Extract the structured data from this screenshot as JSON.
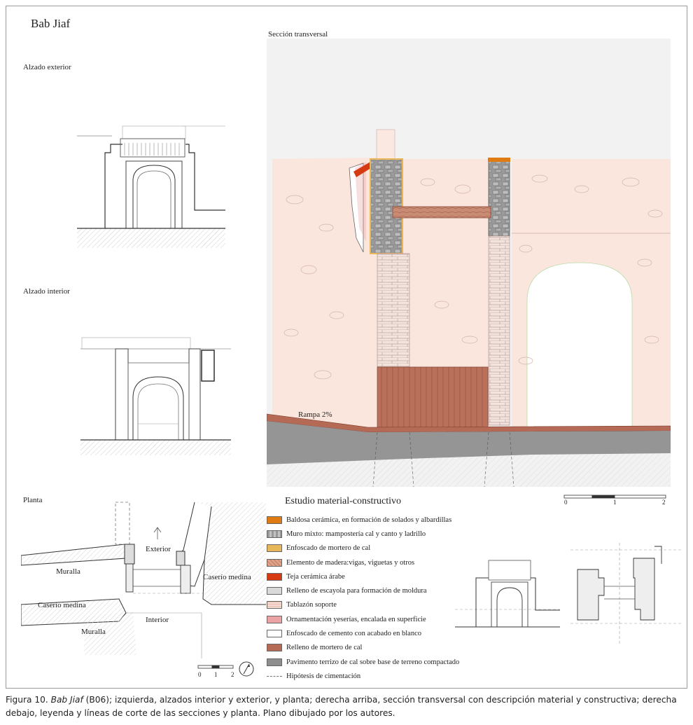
{
  "figure": {
    "title": "Bab Jiaf",
    "views": {
      "exterior_elevation": "Alzado exterior",
      "interior_elevation": "Alzado interior",
      "plan": "Planta",
      "cross_section": "Sección transversal"
    },
    "section_annotation": "Rampa 2%",
    "plan_labels": {
      "exterior": "Exterior",
      "interior": "Interior",
      "muralla_top": "Muralla",
      "muralla_bottom": "Muralla",
      "caserio_left": "Caserío medina",
      "caserio_right": "Caserío medina"
    },
    "scale_plan": [
      "0",
      "1",
      "2"
    ],
    "scale_section": [
      "0",
      "1",
      "2"
    ]
  },
  "legend": {
    "title": "Estudio material-constructivo",
    "items": [
      {
        "label": "Baldosa cerámica, en formación de solados y albardillas",
        "color": "#e07a12",
        "pattern": "solid"
      },
      {
        "label": "Muro mixto: mampostería cal y canto y ladrillo",
        "color": "#a9a9a9",
        "pattern": "stone"
      },
      {
        "label": "Enfoscado de mortero de cal",
        "color": "#e8b75a",
        "pattern": "solid"
      },
      {
        "label": "Elemento de madera:vigas, viguetas y otros",
        "color": "#d68b70",
        "pattern": "wood"
      },
      {
        "label": "Teja cerámica árabe",
        "color": "#d63a12",
        "pattern": "solid"
      },
      {
        "label": "Relleno de escayola para formación de moldura",
        "color": "#d9d9d9",
        "pattern": "solid"
      },
      {
        "label": "Tablazón soporte",
        "color": "#f6ddd5",
        "pattern": "lines"
      },
      {
        "label": "Ornamentación yeserías, encalada en superficie",
        "color": "#eba3a3",
        "pattern": "solid"
      },
      {
        "label": "Enfoscado de cemento con acabado en blanco",
        "color": "#ffffff",
        "pattern": "solid"
      },
      {
        "label": "Relleno de mortero de cal",
        "color": "#b56a56",
        "pattern": "solid"
      },
      {
        "label": "Pavimento terrizo de cal sobre base de terreno compactado",
        "color": "#8e8e8e",
        "pattern": "solid"
      },
      {
        "label": "Hipótesis de cimentación",
        "color": "#777777",
        "pattern": "dash"
      }
    ]
  },
  "caption": {
    "prefix": "Figura 10. ",
    "italic": "Bab Jiaf",
    "rest": " (B06); izquierda, alzados interior y exterior, y planta; derecha arriba, sección transversal con descripción material y constructiva; derecha debajo, leyenda y líneas de corte de las secciones y planta. Plano dibujado por los autores."
  }
}
